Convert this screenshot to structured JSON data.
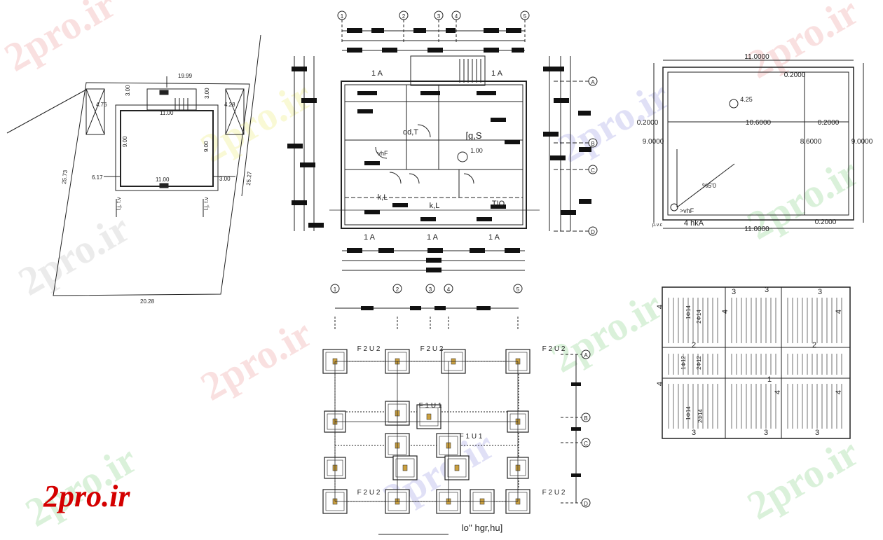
{
  "brand": "2pro.ir",
  "watermark": "2pro.ir",
  "site_plan": {
    "top_dim": "19.99",
    "bottom_dim": "20.28",
    "left_dim": "25.73",
    "right_dim": "25.27",
    "inner_top": "11.00",
    "inner_bottom": "11.00",
    "inner_left": "9.00",
    "inner_right": "9.00",
    "setback_left": "6.17",
    "setback_right": "3.00",
    "front_left": "4.76",
    "front_right": "4.28",
    "top_left_gap": "3.00",
    "top_right_gap": "3.00",
    "label_left": "l.j, t.v",
    "label_right": "l.j, t.v"
  },
  "floor_plan": {
    "axes_top": [
      "1",
      "2",
      "3",
      "4",
      "5"
    ],
    "axes_side": [
      "A",
      "B",
      "C",
      "D"
    ],
    "section_mark": "1 A",
    "room_labels": [
      "qd,T",
      "[g,S",
      "k,L",
      "k,L",
      "T!O",
      "vhF"
    ],
    "level": "1.00"
  },
  "slab_plan": {
    "top": "11.0000",
    "bottom": "11.0000",
    "left_outer": "9.0000",
    "right_outer": "9.0000",
    "inner_width": "10.6000",
    "inner_height": "8.6000",
    "wall": "0.2000",
    "level": "4.25",
    "slope": "%5'0",
    "drain": ">vhF",
    "pvc": "p.v.c",
    "caption": "4  hkA"
  },
  "foundation_plan": {
    "axes_top": [
      "1",
      "2",
      "3",
      "4",
      "5"
    ],
    "axes_side": [
      "A",
      "B",
      "C",
      "D"
    ],
    "footing_label": "F 2  U 2",
    "center_label": "F 1  U 1",
    "caption": "lo''  hgr,hu]"
  },
  "roof_plan": {
    "labels": [
      "1Φ14",
      "2Φ14",
      "1Φ12",
      "2Φ12",
      "3",
      "4",
      "2",
      "1"
    ]
  }
}
